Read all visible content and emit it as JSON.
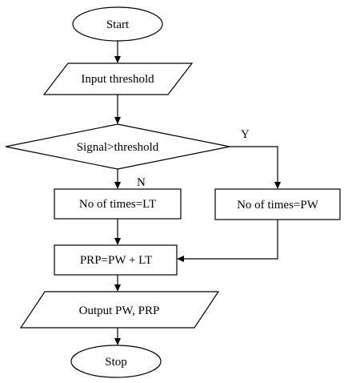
{
  "nodes": {
    "start": "Start",
    "input": "Input threshold",
    "decision": "Signal>threshold",
    "lt": "No of times=LT",
    "pw": "No of times=PW",
    "prp": "PRP=PW + LT",
    "output": "Output PW, PRP",
    "stop": "Stop"
  },
  "branches": {
    "yes": "Y",
    "no": "N"
  }
}
